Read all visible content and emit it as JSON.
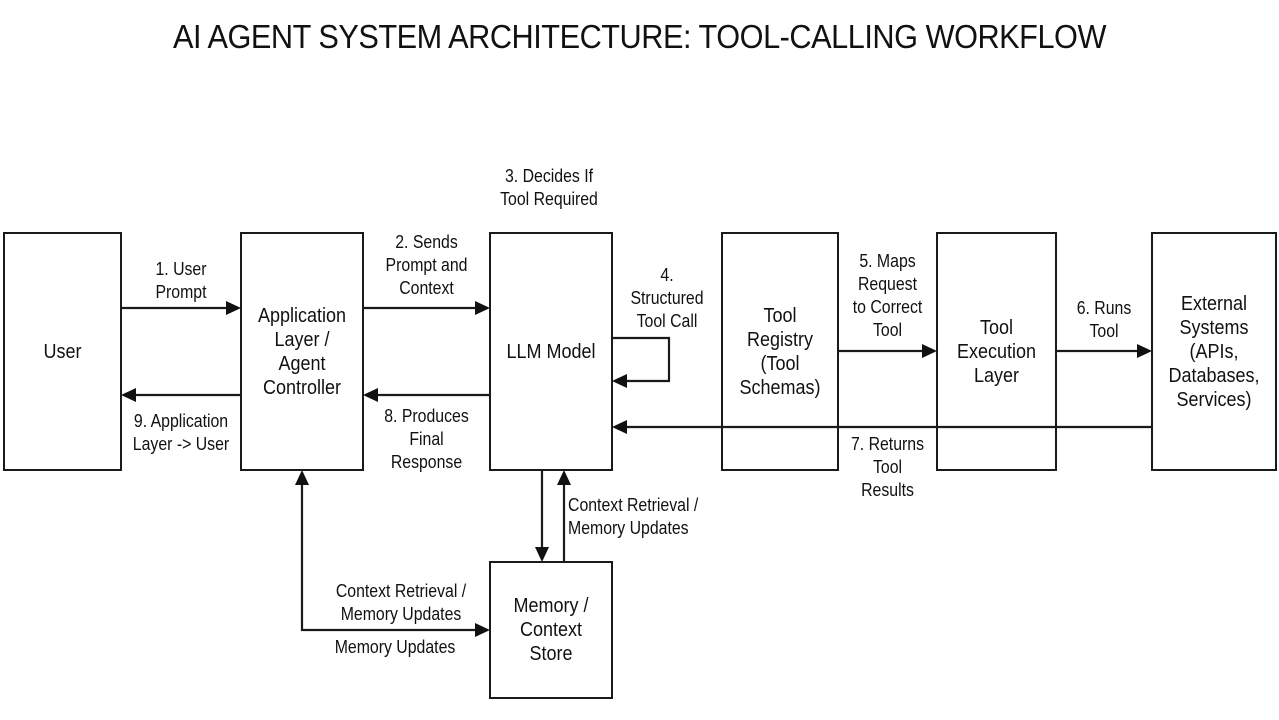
{
  "title": "AI AGENT SYSTEM ARCHITECTURE: TOOL-CALLING WORKFLOW",
  "nodes": {
    "user": "User",
    "app_layer": [
      "Application",
      "Layer /",
      "Agent",
      "Controller"
    ],
    "llm": "LLM Model",
    "tool_registry": [
      "Tool",
      "Registry",
      "(Tool",
      "Schemas)"
    ],
    "tool_execution": [
      "Tool",
      "Execution",
      "Layer"
    ],
    "external": [
      "External",
      "Systems",
      "(APIs,",
      "Databases,",
      "Services)"
    ],
    "memory": [
      "Memory /",
      "Context",
      "Store"
    ]
  },
  "edges": {
    "e1": [
      "1. User",
      "Prompt"
    ],
    "e2": [
      "2. Sends",
      "Prompt and",
      "Context"
    ],
    "e3": [
      "3. Decides If",
      "Tool Required"
    ],
    "e4": [
      "4.",
      "Structured",
      "Tool Call"
    ],
    "e5": [
      "5. Maps",
      "Request",
      "to Correct",
      "Tool"
    ],
    "e6": [
      "6. Runs",
      "Tool"
    ],
    "e7": [
      "7. Returns",
      "Tool",
      "Results"
    ],
    "e8": [
      "8. Produces",
      "Final",
      "Response"
    ],
    "e9": [
      "9. Application",
      "Layer -> User"
    ],
    "llm_memory": [
      "Context Retrieval /",
      "Memory Updates"
    ],
    "app_memory_top": [
      "Context Retrieval /",
      "Memory Updates"
    ],
    "app_memory_bottom": "Memory Updates"
  }
}
